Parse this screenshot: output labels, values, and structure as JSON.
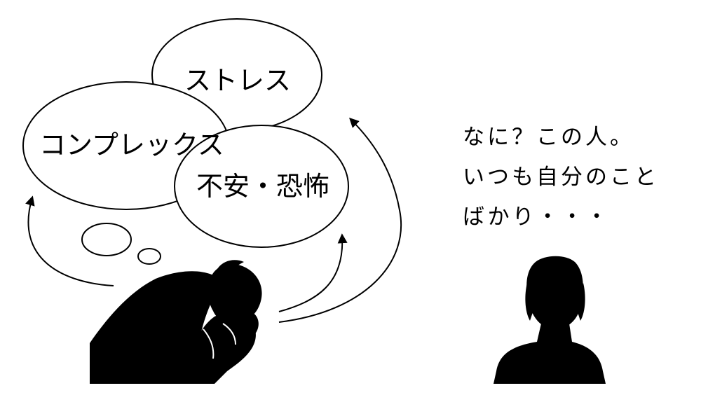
{
  "thoughts": {
    "stress": "ストレス",
    "complex": "コンプレックス",
    "anxiety": "不安・恐怖"
  },
  "speech": {
    "line1": "なに？この人。",
    "line2": "いつも自分のこと",
    "line3": "ばかり・・・"
  },
  "colors": {
    "ink": "#000000",
    "background": "#ffffff"
  }
}
